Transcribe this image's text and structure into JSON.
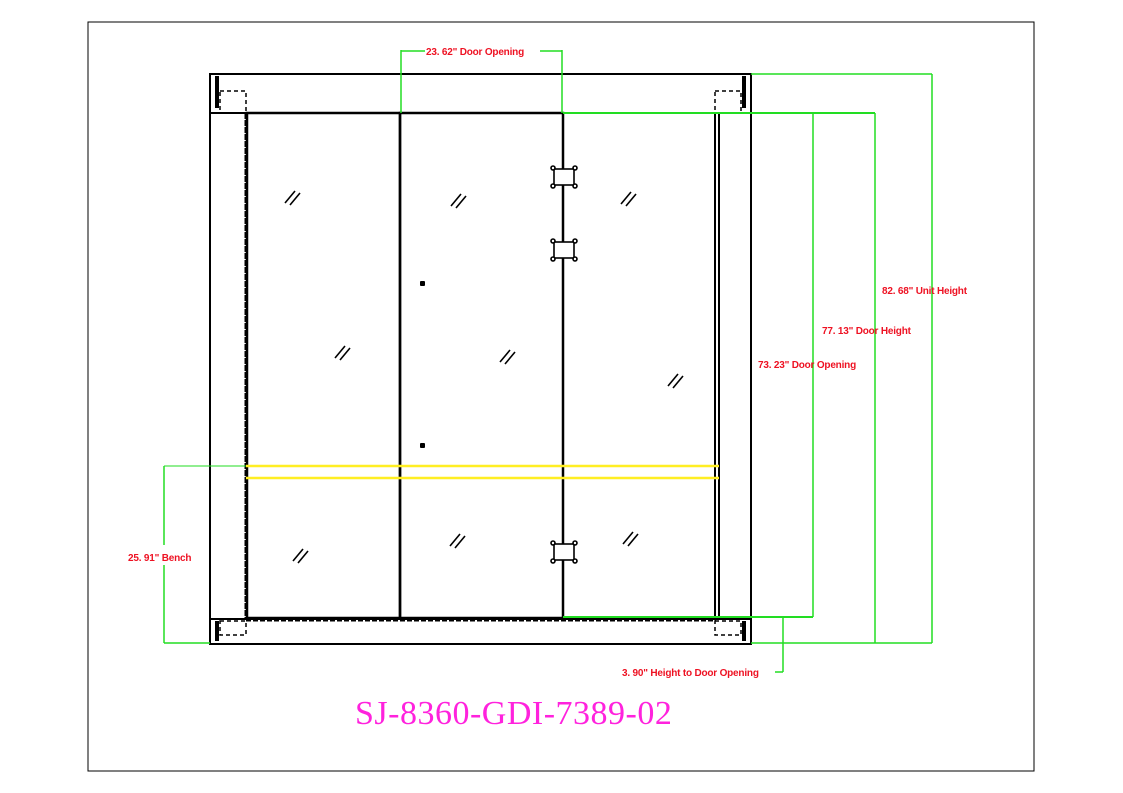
{
  "drawing": {
    "part_number": "SJ-8360-GDI-7389-02",
    "colors": {
      "outline": "#000000",
      "dimension_line": "#22dd22",
      "dimension_text": "#ee1122",
      "bench_line": "#ffee22",
      "title": "#ff22dd"
    },
    "dimensions": {
      "top_door_opening": "23. 62\"  Door Opening",
      "unit_height": "82. 68\"  Unit Height",
      "door_height": "77. 13\"  Door Height",
      "side_door_opening": "73. 23\"  Door Opening",
      "bench": "25. 91\"  Bench",
      "height_to_door_opening": "3. 90\"  Height to Door Opening"
    },
    "panels": [
      {
        "id": "left-fixed-panel",
        "glass_marks": 3
      },
      {
        "id": "center-door-panel",
        "glass_marks": 3
      },
      {
        "id": "right-fixed-panel",
        "glass_marks": 3
      }
    ],
    "hinges": 3,
    "handles": 2
  }
}
